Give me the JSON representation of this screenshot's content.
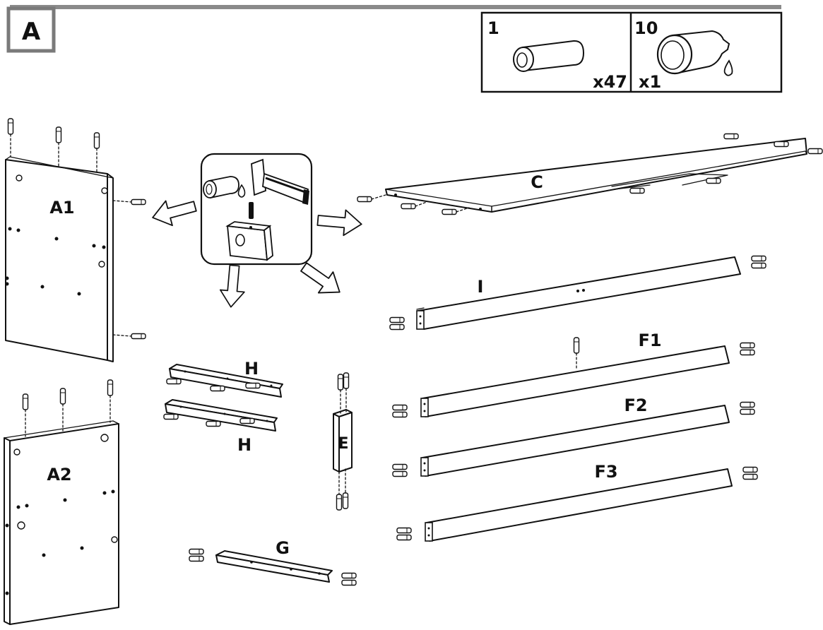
{
  "step": {
    "label": "A",
    "accent_color": "#8a8a8a",
    "border_color": "#7a7a7a"
  },
  "parts_box": {
    "items": [
      {
        "number": "1",
        "quantity": "x47",
        "icon": "wooden-dowel-icon"
      },
      {
        "number": "10",
        "quantity": "x1",
        "icon": "glue-bottle-icon"
      }
    ]
  },
  "panels": {
    "a1": "A1",
    "a2": "A2",
    "c": "C",
    "i": "I",
    "f1": "F1",
    "f2": "F2",
    "f3": "F3",
    "h_top": "H",
    "h_bottom": "H",
    "e": "E",
    "g": "G"
  },
  "detail": {
    "icons": [
      "dowel-icon",
      "glue-drop-icon",
      "hammer-icon",
      "dowel-hole-icon"
    ]
  }
}
